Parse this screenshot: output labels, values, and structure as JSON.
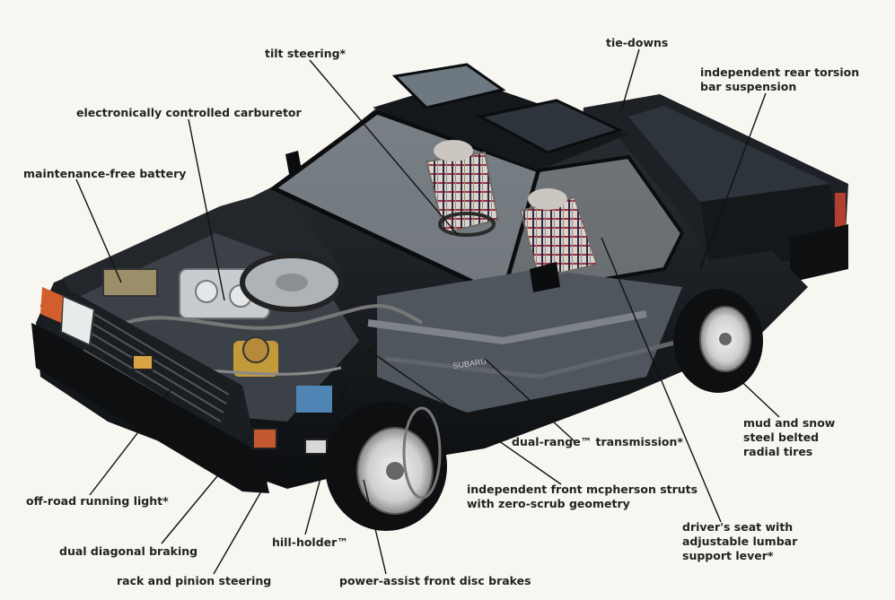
{
  "colors": {
    "background": "#f7f6f1",
    "body": "#16191d",
    "label": "#222222",
    "leader": "#111111",
    "plaid_red": "#a03040"
  },
  "labels": {
    "tilt_steering": [
      "tilt steering*"
    ],
    "tie_downs": [
      "tie-downs"
    ],
    "rear_suspension": [
      "independent rear torsion",
      "bar suspension"
    ],
    "carburetor": [
      "electronically controlled carburetor"
    ],
    "battery": [
      "maintenance-free battery"
    ],
    "tires": [
      "mud and snow",
      "steel belted",
      "radial tires"
    ],
    "transmission": [
      "dual-range™ transmission*"
    ],
    "struts": [
      "independent front mcpherson struts",
      "with zero-scrub geometry"
    ],
    "running_light": [
      "off-road running light*"
    ],
    "seat": [
      "driver's seat with",
      "adjustable lumbar",
      "support lever*"
    ],
    "braking": [
      "dual diagonal braking"
    ],
    "hill_holder": [
      "hill-holder™"
    ],
    "rack_pinion": [
      "rack and pinion steering"
    ],
    "disc_brakes": [
      "power-assist front disc brakes"
    ]
  },
  "vehicle": {
    "badge": "SUBARU"
  }
}
